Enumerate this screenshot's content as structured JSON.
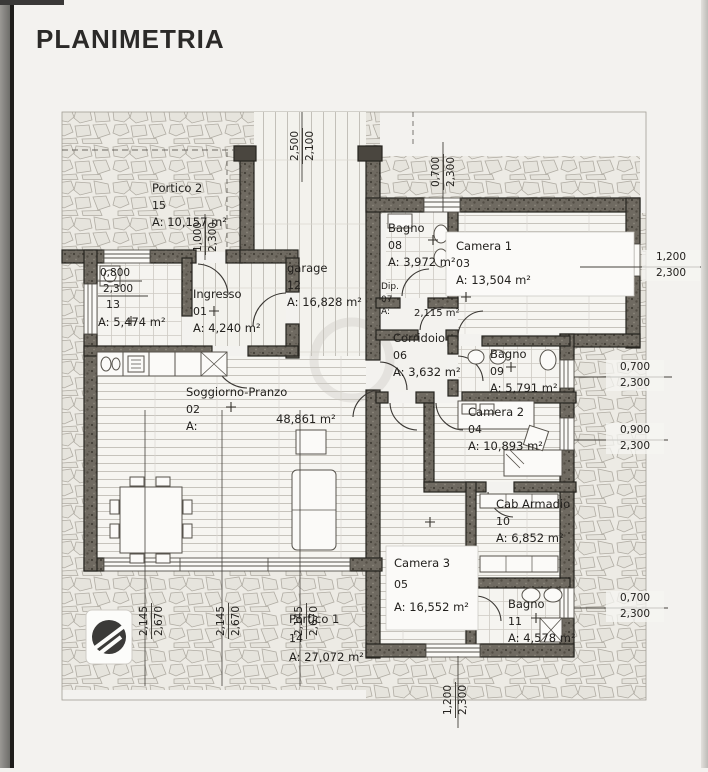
{
  "page": {
    "title": "PLANIMETRIA"
  },
  "rooms": {
    "portico2": {
      "name": "Portico 2",
      "num": "15",
      "area": "A: 10,157 m²"
    },
    "room13": {
      "num": "13",
      "area": "A: 5,474 m²"
    },
    "ingresso": {
      "name": "Ingresso",
      "num": "01",
      "area": "A: 4,240 m²"
    },
    "garage": {
      "name": "garage",
      "num": "12",
      "area": "A: 16,828 m²"
    },
    "bagno08": {
      "name": "Bagno",
      "num": "08",
      "area": "A: 3,972 m²"
    },
    "camera1": {
      "name": "Camera 1",
      "num": "03",
      "area": "A: 13,504 m²"
    },
    "dip07": {
      "name": "Dip.",
      "num": "07",
      "area_label": "A:",
      "area_value": "2,115 m²"
    },
    "corridoio": {
      "name": "Corridoio",
      "num": "06",
      "area": "A: 3,632 m²"
    },
    "bagno09": {
      "name": "Bagno",
      "num": "09",
      "area": "A: 5,791 m²"
    },
    "soggiorno": {
      "name": "Soggiorno-Pranzo",
      "num": "02",
      "area_label": "A:",
      "area_value": "48,861 m²"
    },
    "camera2": {
      "name": "Camera 2",
      "num": "04",
      "area": "A: 10,893 m²"
    },
    "cab10": {
      "name": "Cab Armadio",
      "num": "10",
      "area": "A: 6,852 m²"
    },
    "camera3": {
      "name": "Camera 3",
      "num": "05",
      "area": "A: 16,552 m²"
    },
    "bagno11": {
      "name": "Bagno",
      "num": "11",
      "area": "A: 4,578 m²"
    },
    "portico1": {
      "name": "Portico 1",
      "num": "14",
      "area": "A: 27,072 m²"
    }
  },
  "dims": {
    "top_garage": {
      "a": "2,500",
      "b": "2,100"
    },
    "top_bagno": {
      "a": "0,700",
      "b": "2,300"
    },
    "ingresso_win": {
      "a": "1,000",
      "b": "2,300"
    },
    "room13_win": {
      "a": "0,800",
      "b": "2,300"
    },
    "right_camera1": {
      "a": "1,200",
      "b": "2,300"
    },
    "right_bagno09": {
      "a": "0,700",
      "b": "2,300"
    },
    "right_camera2": {
      "a": "0,900",
      "b": "2,300"
    },
    "right_bagno11": {
      "a": "0,700",
      "b": "2,300"
    },
    "bottom_win": {
      "a": "1,200",
      "b": "2,300"
    },
    "portico1": [
      {
        "a": "2,145",
        "b": "2,670"
      },
      {
        "a": "2,145",
        "b": "2,670"
      },
      {
        "a": "2,145",
        "b": "2,670"
      }
    ]
  }
}
